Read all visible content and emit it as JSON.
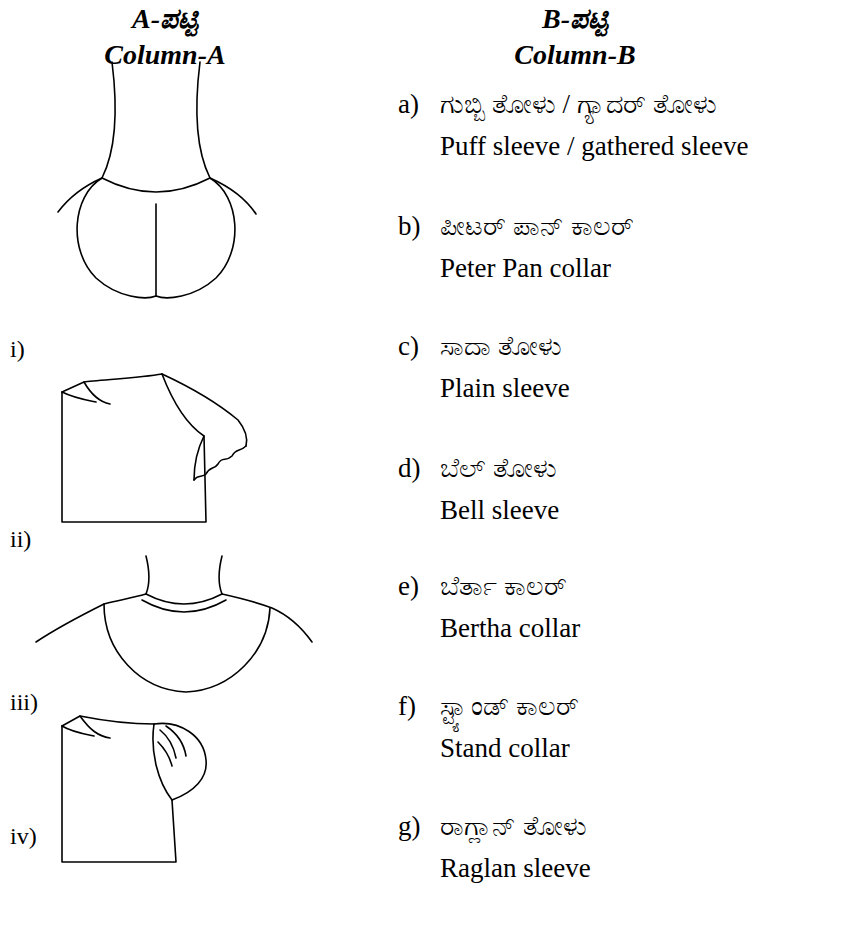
{
  "diagram": {
    "labels": [
      "A-ಪಟ್ಟಿ",
      "Column-A",
      "B-ಪಟ್ಟಿ",
      "Column-B",
      "i)",
      "ii)",
      "iii)",
      "iv)",
      "a)",
      "ಗುಬ್ಬಿ ತೋಳು / ಗ್ಯಾದರ್ ತೋಳು",
      "Puff sleeve / gathered sleeve",
      "b)",
      "ಪೀಟರ್ ಪಾನ್ ಕಾಲರ್",
      "Peter Pan collar",
      "c)",
      "ಸಾದಾ ತೋಳು",
      "Plain sleeve",
      "d)",
      "ಬೆಲ್ ತೋಳು",
      "Bell sleeve",
      "e)",
      "ಬೆರ್ತಾ ಕಾಲರ್",
      "Bertha collar",
      "f)",
      "ಸ್ಟ್ಯಾಂಡ್ ಕಾಲರ್",
      "Stand collar",
      "g)",
      "ರಾಗ್ಲಾನ್ ತೋಳು",
      "Raglan sleeve"
    ]
  }
}
